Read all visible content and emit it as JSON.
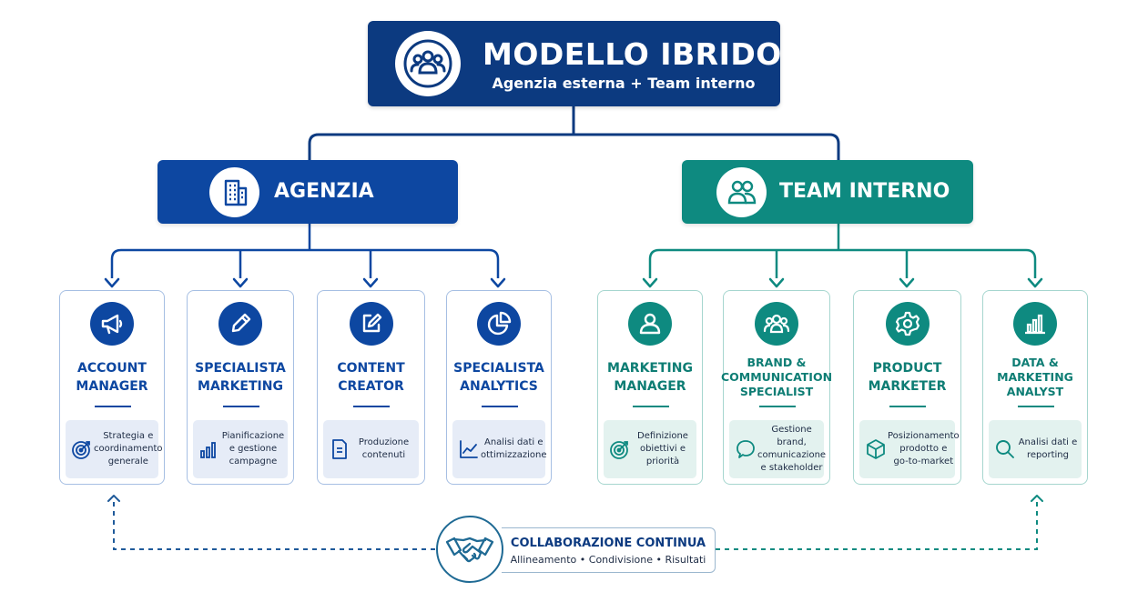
{
  "colors": {
    "dark_blue": "#0c3a80",
    "blue": "#0d47a1",
    "teal": "#0e8a80"
  },
  "root": {
    "title": "MODELLO IBRIDO",
    "subtitle": "Agenzia esterna + Team interno",
    "icon": "people-group-icon"
  },
  "agency": {
    "title": "AGENZIA",
    "icon": "building-icon",
    "roles": [
      {
        "title": "Account\nManager",
        "icon": "megaphone-icon",
        "desc": "Strategia e\ncoordinamento\ngenerale",
        "desc_icon": "target-icon"
      },
      {
        "title": "Specialista\nMarketing",
        "icon": "pencil-icon",
        "desc": "Pianificazione\ne gestione\ncampagne",
        "desc_icon": "bar-chart-icon"
      },
      {
        "title": "Content\nCreator",
        "icon": "edit-icon",
        "desc": "Produzione\ncontenuti",
        "desc_icon": "document-icon"
      },
      {
        "title": "Specialista\nAnalytics",
        "icon": "pie-chart-icon",
        "desc": "Analisi dati e\nottimizzazione",
        "desc_icon": "trend-line-icon"
      }
    ]
  },
  "team": {
    "title": "TEAM INTERNO",
    "icon": "two-people-icon",
    "roles": [
      {
        "title": "Marketing\nManager",
        "icon": "person-icon",
        "desc": "Definizione\nobiettivi e\npriorità",
        "desc_icon": "target-icon"
      },
      {
        "title": "Brand &\nCommunication\nSpecialist",
        "icon": "people-group-icon",
        "desc": "Gestione brand,\ncomunicazione\ne stakeholder",
        "desc_icon": "chat-bubble-icon"
      },
      {
        "title": "Product\nMarketer",
        "icon": "gear-icon",
        "desc": "Posizionamento\nprodotto e\ngo-to-market",
        "desc_icon": "box-icon"
      },
      {
        "title": "Data &\nMarketing\nAnalyst",
        "icon": "bar-chart-icon",
        "desc": "Analisi dati e\nreporting",
        "desc_icon": "magnifier-icon"
      }
    ]
  },
  "collaboration": {
    "title": "COLLABORAZIONE CONTINUA",
    "subtitle": "Allineamento • Condivisione • Risultati",
    "icon": "handshake-icon"
  }
}
